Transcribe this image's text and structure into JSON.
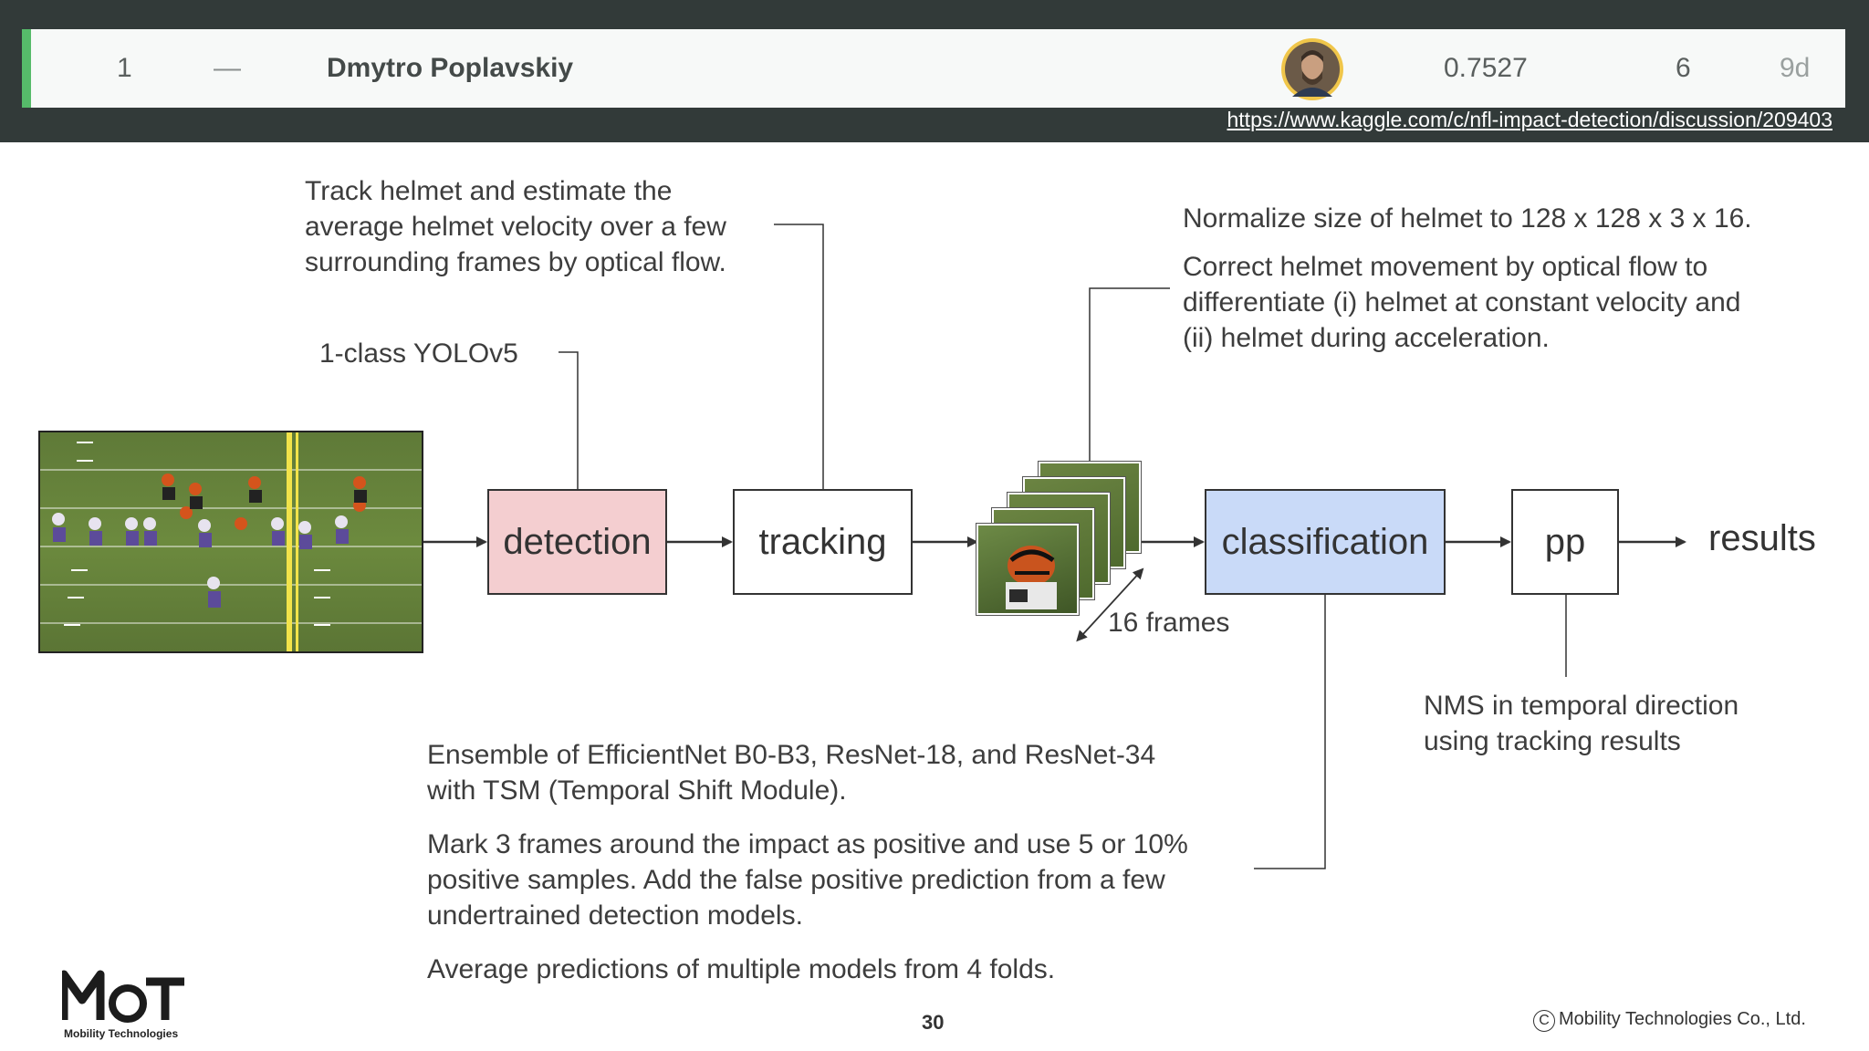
{
  "leaderboard": {
    "rank": "1",
    "delta": "—",
    "name": "Dmytro Poplavskiy",
    "score": "0.7527",
    "entries": "6",
    "last": "9d"
  },
  "source_url": "https://www.kaggle.com/c/nfl-impact-detection/discussion/209403",
  "pipeline": {
    "detection": "detection",
    "tracking": "tracking",
    "classification": "classification",
    "pp": "pp",
    "results": "results",
    "frames_label": "16 frames"
  },
  "notes": {
    "detection": "1-class YOLOv5",
    "tracking": [
      "Track helmet and estimate the",
      "average helmet velocity over a few",
      "surrounding frames by optical flow."
    ],
    "normalize": "Normalize size of helmet to 128 x 128 x 3 x 16.",
    "correct": [
      "Correct helmet movement by optical flow to",
      "differentiate (i) helmet at constant velocity and",
      "(ii) helmet during acceleration."
    ],
    "nms": [
      "NMS in temporal direction",
      "using tracking results"
    ],
    "ensemble": [
      "Ensemble of EfficientNet B0-B3, ResNet-18, and ResNet-34",
      "with TSM (Temporal Shift Module)."
    ],
    "mark": [
      "Mark 3 frames around the impact as positive and use 5 or 10%",
      "positive samples. Add the false positive prediction from a few",
      "undertrained detection models."
    ],
    "average": "Average predictions of multiple models from 4 folds."
  },
  "footer": {
    "page_number": "30",
    "copyright": "Mobility Technologies Co., Ltd.",
    "logo_text": "MoT",
    "logo_subtitle": "Mobility Technologies"
  },
  "colors": {
    "detection_fill": "#f4ced0",
    "classification_fill": "#c9daf8",
    "topbar": "#323a39",
    "accent_green": "#56bb6a"
  }
}
